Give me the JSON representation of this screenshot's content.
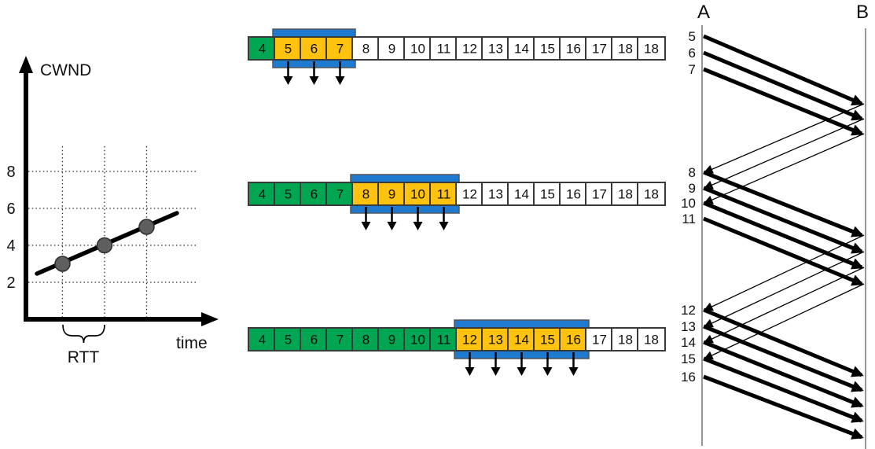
{
  "chart_data": {
    "type": "line",
    "title": "",
    "xlabel": "time",
    "ylabel": "CWND",
    "x": [
      1,
      2,
      3
    ],
    "y": [
      3,
      4,
      5
    ],
    "yticks": [
      8,
      6,
      4,
      2
    ],
    "ylim": [
      0,
      10
    ],
    "grid": "dotted",
    "annotation": "RTT",
    "legend": "none"
  },
  "windows": {
    "rows": [
      {
        "labels": [
          "4",
          "5",
          "6",
          "7",
          "8",
          "9",
          "10",
          "11",
          "12",
          "13",
          "14",
          "15",
          "16",
          "17",
          "18",
          "18"
        ],
        "acked_count": 1,
        "window_len": 3
      },
      {
        "labels": [
          "4",
          "5",
          "6",
          "7",
          "8",
          "9",
          "10",
          "11",
          "12",
          "13",
          "14",
          "15",
          "16",
          "17",
          "18",
          "18"
        ],
        "acked_count": 4,
        "window_len": 4
      },
      {
        "labels": [
          "4",
          "5",
          "6",
          "7",
          "8",
          "9",
          "10",
          "11",
          "12",
          "13",
          "14",
          "15",
          "16",
          "17",
          "18",
          "18"
        ],
        "acked_count": 8,
        "window_len": 5
      }
    ]
  },
  "sequence": {
    "endpoint_a": "A",
    "endpoint_b": "B",
    "data_packets": [
      {
        "seq": "5",
        "send_y": 46,
        "recv_y": 132
      },
      {
        "seq": "6",
        "send_y": 67,
        "recv_y": 151
      },
      {
        "seq": "7",
        "send_y": 88,
        "recv_y": 170
      },
      {
        "seq": "8",
        "send_y": 219,
        "recv_y": 299
      },
      {
        "seq": "9",
        "send_y": 239,
        "recv_y": 320
      },
      {
        "seq": "10",
        "send_y": 258,
        "recv_y": 340
      },
      {
        "seq": "11",
        "send_y": 278,
        "recv_y": 361
      },
      {
        "seq": "12",
        "send_y": 394,
        "recv_y": 477
      },
      {
        "seq": "13",
        "send_y": 415,
        "recv_y": 496
      },
      {
        "seq": "14",
        "send_y": 435,
        "recv_y": 516
      },
      {
        "seq": "15",
        "send_y": 456,
        "recv_y": 535
      },
      {
        "seq": "16",
        "send_y": 479,
        "recv_y": 556
      }
    ],
    "acks": [
      {
        "send_y": 132,
        "recv_y": 219
      },
      {
        "send_y": 151,
        "recv_y": 239
      },
      {
        "send_y": 170,
        "recv_y": 258
      },
      {
        "send_y": 299,
        "recv_y": 394
      },
      {
        "send_y": 320,
        "recv_y": 415
      },
      {
        "send_y": 340,
        "recv_y": 435
      },
      {
        "send_y": 361,
        "recv_y": 456
      }
    ]
  },
  "colors": {
    "acked_green": "#00a651",
    "window_orange": "#ffc20e",
    "band_blue": "#1e7bd0",
    "cell_white": "#ffffff",
    "cell_border": "#3a3a3a",
    "arrow_black": "#000000",
    "lifeline_gray": "#7d7d7d"
  }
}
